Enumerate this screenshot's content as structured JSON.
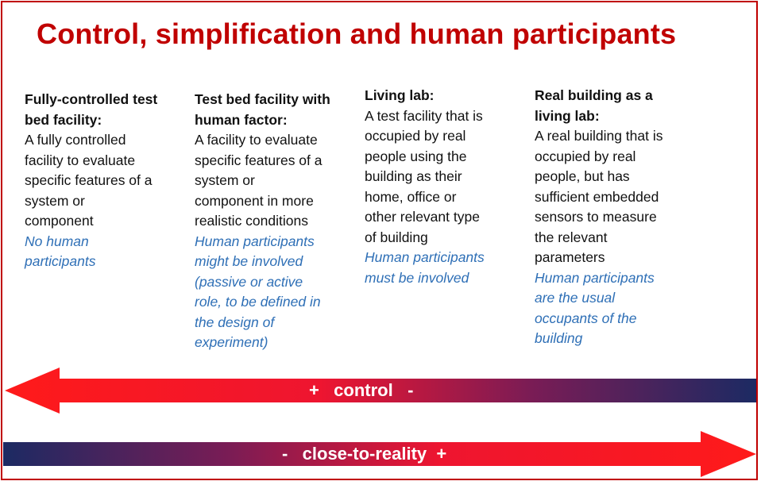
{
  "title": "Control, simplification and human participants",
  "columns": [
    {
      "heading": [
        "Fully-controlled test",
        "bed facility:"
      ],
      "body": [
        "A fully controlled",
        "facility to evaluate",
        "specific features of a",
        "system or",
        "component"
      ],
      "note": [
        "No human",
        "participants"
      ]
    },
    {
      "heading": [
        "Test bed facility with",
        "human factor:"
      ],
      "body": [
        "A facility to evaluate",
        "specific features of a",
        "system or",
        "component in more",
        "realistic conditions"
      ],
      "note": [
        "Human participants",
        "might be involved",
        "(passive or active",
        "role, to be defined in",
        "the design of",
        "experiment)"
      ]
    },
    {
      "heading": [
        "Living lab:"
      ],
      "body": [
        "A test facility that is",
        "occupied by real",
        "people using the",
        "building as their",
        "home, office or",
        "other relevant type",
        "of building"
      ],
      "note": [
        "Human participants",
        "must be involved"
      ]
    },
    {
      "heading": [
        "Real building as a",
        "living lab:"
      ],
      "body": [
        "A real building that is",
        "occupied by real",
        "people, but has",
        "sufficient embedded",
        "sensors to measure",
        "the relevant",
        "parameters"
      ],
      "note": [
        "Human participants",
        "are the usual",
        "occupants of the",
        "building"
      ]
    }
  ],
  "arrows": {
    "control": "+   control   -",
    "reality": "-   close-to-reality  +"
  },
  "colors": {
    "title": "#c00000",
    "note": "#2e6fb6",
    "arrow_red": "#ff1a1a",
    "arrow_navy": "#1c2a63"
  }
}
